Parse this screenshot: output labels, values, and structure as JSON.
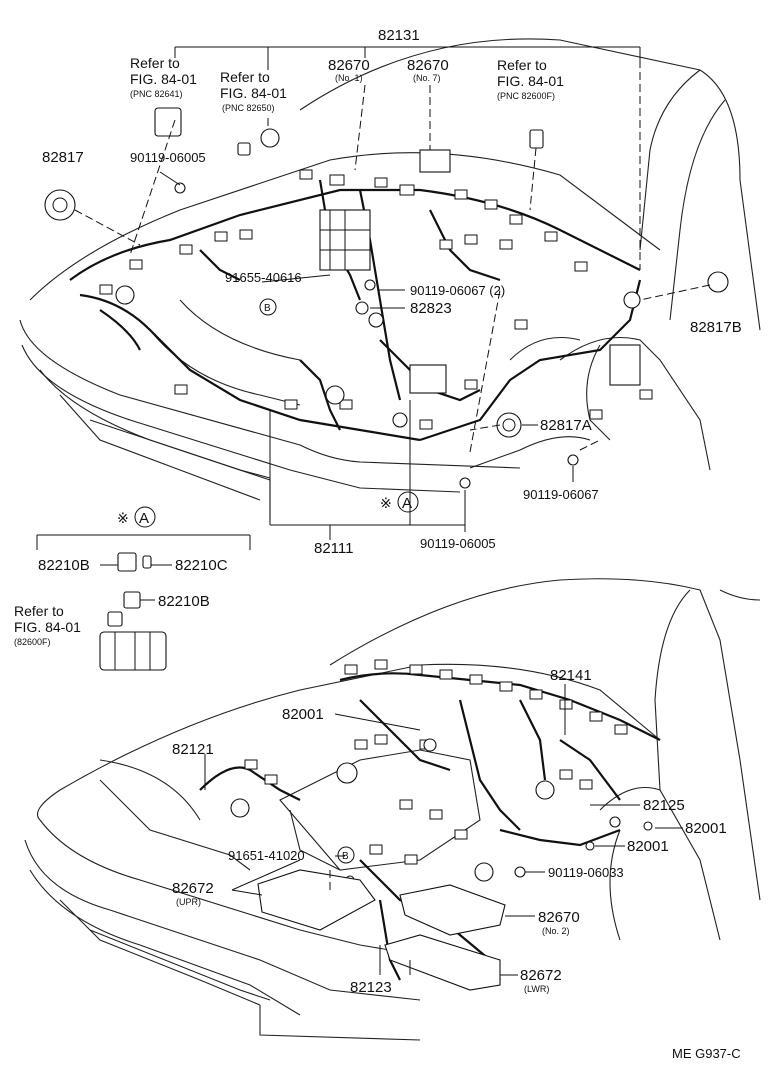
{
  "top": {
    "callouts": {
      "p82131": "82131",
      "p82670_1": "82670",
      "p82670_1_sub": "(No. 1)",
      "p82670_7": "82670",
      "p82670_7_sub": "(No. 7)",
      "p82817": "82817",
      "p9011906005a": "90119-06005",
      "p9165540616": "91655-40616",
      "b_mark": "B",
      "p9011906067_2": "90119-06067 (2)",
      "p82823": "82823",
      "p82817B": "82817B",
      "p82817A": "82817A",
      "p9011906067": "90119-06067",
      "a_mark": "A",
      "ref_mark": "※",
      "p82111": "82111",
      "p9011906005b": "90119-06005"
    },
    "refs": [
      {
        "line1": "Refer to",
        "line2": "FIG. 84-01",
        "pnc": "(PNC 82641)"
      },
      {
        "line1": "Refer to",
        "line2": "FIG. 84-01",
        "pnc": "(PNC 82650)"
      },
      {
        "line1": "Refer to",
        "line2": "FIG. 84-01",
        "pnc": "(PNC 82600F)"
      }
    ]
  },
  "detail_a": {
    "ref_mark": "※",
    "a_mark": "A",
    "p82210B_1": "82210B",
    "p82210C": "82210C",
    "p82210B_2": "82210B",
    "ref_line1": "Refer to",
    "ref_line2": "FIG. 84-01",
    "ref_pnc": "(82600F)"
  },
  "bottom": {
    "callouts": {
      "p82141": "82141",
      "p82001a": "82001",
      "p82121": "82121",
      "p82125": "82125",
      "p82001b": "82001",
      "p82001c": "82001",
      "p9165141020": "91651-41020",
      "b_mark": "B",
      "p9011906033": "90119-06033",
      "p82672u": "82672",
      "p82672u_sub": "(UPR)",
      "p82670_2": "82670",
      "p82670_2_sub": "(No. 2)",
      "p82123": "82123",
      "p82672l": "82672",
      "p82672l_sub": "(LWR)"
    }
  },
  "footer": {
    "code": "ME  G937-C"
  }
}
